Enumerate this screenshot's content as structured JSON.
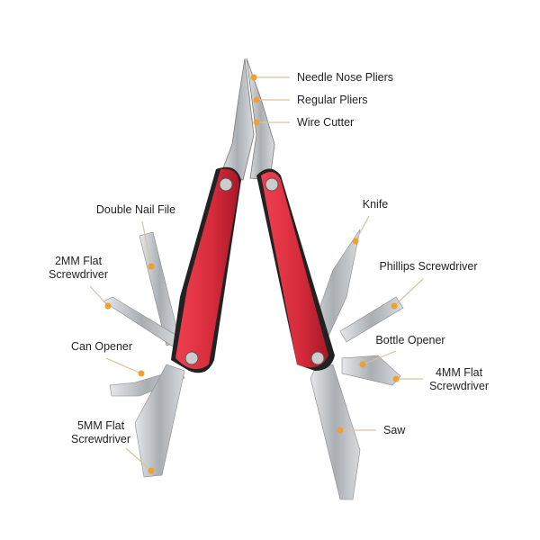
{
  "colors": {
    "handle": "#d42a3a",
    "dot": "#f0a030",
    "leader": "#d8c39c",
    "steel": "#b8bcc0"
  },
  "labels": {
    "needle_nose_pliers": "Needle Nose Pliers",
    "regular_pliers": "Regular Pliers",
    "wire_cutter": "Wire Cutter",
    "double_nail_file": "Double Nail File",
    "flat_2mm_line1": "2MM Flat",
    "flat_2mm_line2": "Screwdriver",
    "can_opener": "Can Opener",
    "flat_5mm_line1": "5MM Flat",
    "flat_5mm_line2": "Screwdriver",
    "knife": "Knife",
    "phillips_screwdriver": "Phillips Screwdriver",
    "bottle_opener": "Bottle Opener",
    "flat_4mm_line1": "4MM Flat",
    "flat_4mm_line2": "Screwdriver",
    "saw": "Saw"
  }
}
